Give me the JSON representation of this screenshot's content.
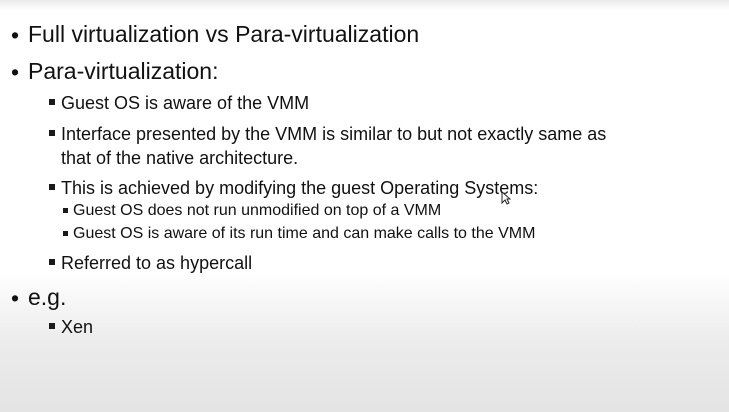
{
  "slide": {
    "items": [
      {
        "level": 1,
        "text": "Full virtualization vs Para-virtualization"
      },
      {
        "level": 1,
        "text": "Para-virtualization:"
      },
      {
        "level": 2,
        "text": "Guest OS is aware of the VMM"
      },
      {
        "level": 2,
        "text": "Interface presented by the VMM is similar to but not exactly same as"
      },
      {
        "level": 2,
        "text": "that of  the native architecture."
      },
      {
        "level": 2,
        "text": "This is achieved by modifying the guest Operating Systems:"
      },
      {
        "level": 3,
        "text": "Guest OS does not run unmodified on top of a VMM"
      },
      {
        "level": 3,
        "text": "Guest OS is aware of its run time and can make calls to the VMM"
      },
      {
        "level": 2,
        "text": "Referred to as hypercall"
      },
      {
        "level": 1,
        "text": "e.g."
      },
      {
        "level": 2,
        "text": "Xen"
      }
    ]
  }
}
